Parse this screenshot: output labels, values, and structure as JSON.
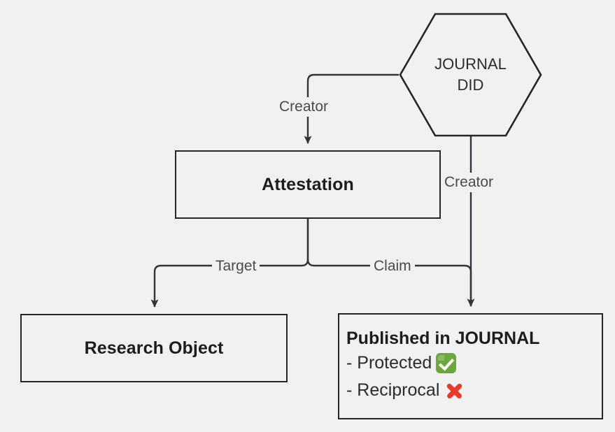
{
  "diagram": {
    "background_color": "#f1f1f1",
    "stroke_color": "#25262a",
    "edge_color": "#333438",
    "label_color": "#4a4b4e",
    "nodes": {
      "journal_did": {
        "shape": "hexagon",
        "line1": "JOURNAL",
        "line2": "DID"
      },
      "attestation": {
        "shape": "rectangle",
        "label": "Attestation"
      },
      "research_object": {
        "shape": "rectangle",
        "label": "Research Object"
      },
      "published": {
        "shape": "rectangle",
        "title": "Published in JOURNAL",
        "rows": [
          {
            "text": "- Protected",
            "status_icon": "check-mark-button",
            "status_color": "#6aa838"
          },
          {
            "text": "- Reciprocal",
            "status_icon": "cross-mark",
            "status_color": "#e8392b"
          }
        ]
      }
    },
    "edges": [
      {
        "from": "journal_did",
        "to": "attestation",
        "label": "Creator"
      },
      {
        "from": "journal_did",
        "to": "published",
        "label": "Creator"
      },
      {
        "from": "attestation",
        "to": "research_object",
        "label": "Target"
      },
      {
        "from": "attestation",
        "to": "published",
        "label": "Claim"
      }
    ]
  }
}
